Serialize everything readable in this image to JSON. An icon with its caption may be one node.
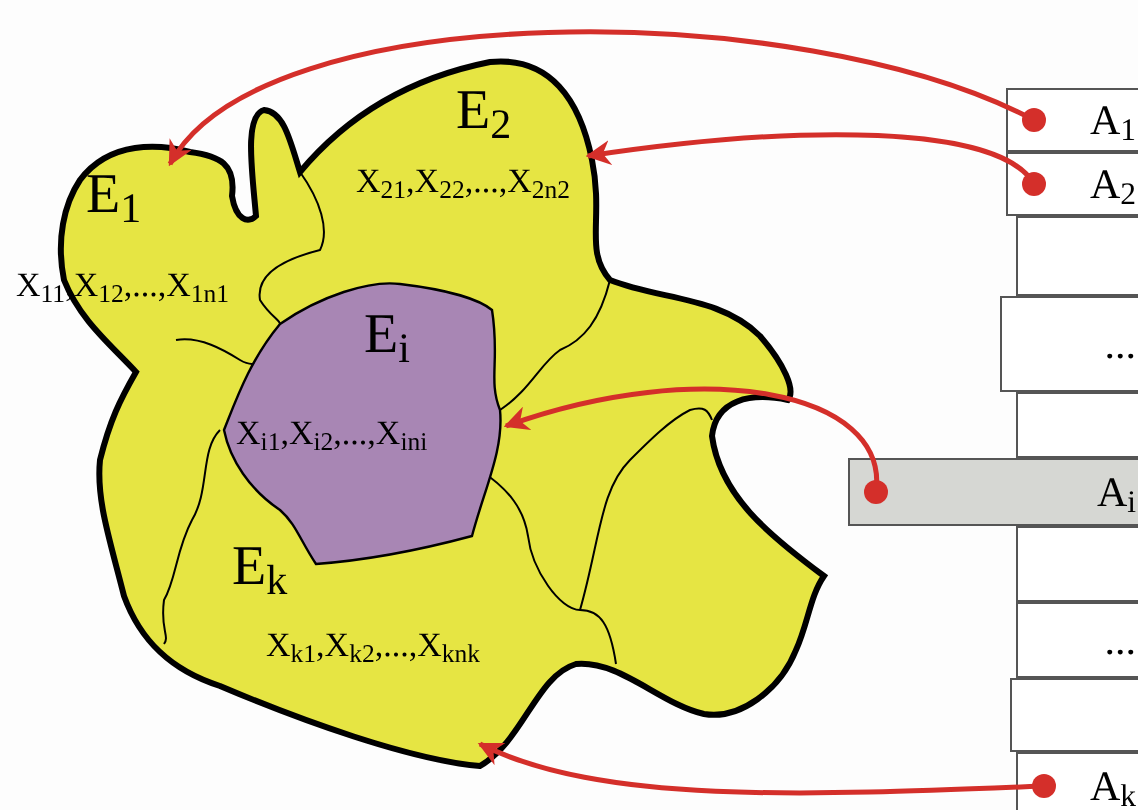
{
  "diagram": {
    "nodes": [
      {
        "text": [
          "E$_{1}$",
          "X$_{11}$,X$_{12}$,...,X$_{1n}$$_{1}$"
        ]
      },
      {
        "text": [
          "E$_{2}$",
          "X$_{21}$,X$_{22}$,...,X$_{2n}$$_{2}$"
        ]
      },
      {
        "text": [
          "E$_{i}$",
          "X$_{i1}$,X$_{i2}$,...,X$_{in}$$_{i}$"
        ]
      },
      {
        "text": [
          "E$_{k}$",
          "X$_{k1}$,X$_{k2}$,...,X$_{kn}$$_{k}$"
        ]
      },
      {
        "text": [
          "A$_{1}$"
        ]
      },
      {
        "text": [
          "A$_{2}$"
        ]
      },
      {
        "text": [],
        "shape": "box"
      },
      {
        "text": [
          "..."
        ]
      },
      {
        "text": [],
        "shape": "box"
      },
      {
        "text": [
          "A$_{i}$"
        ]
      },
      {
        "text": [],
        "shape": "box"
      },
      {
        "text": [
          "..."
        ]
      },
      {
        "text": [],
        "shape": "box"
      },
      {
        "text": [
          "A$_{k}$"
        ]
      }
    ],
    "edges": [
      {
        "from": 4,
        "to": 0,
        "arrow": "to"
      },
      {
        "from": 5,
        "to": 1,
        "arrow": "to"
      },
      {
        "from": 9,
        "to": 2,
        "arrow": "to"
      },
      {
        "from": 13,
        "to": 3,
        "arrow": "to"
      }
    ]
  }
}
